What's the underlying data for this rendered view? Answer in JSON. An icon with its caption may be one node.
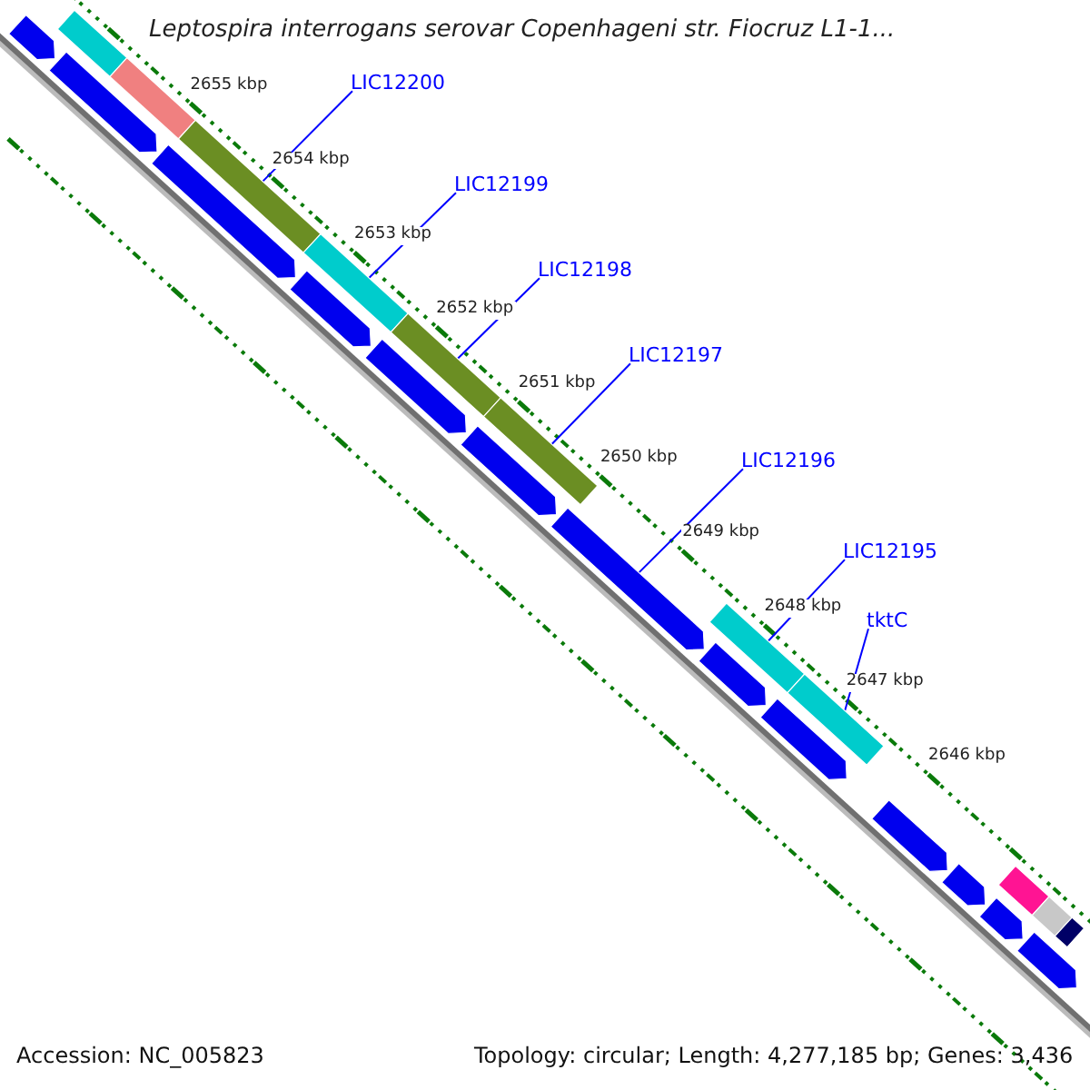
{
  "diagram": {
    "title": "Leptospira interrogans serovar Copenhageni str. Fiocruz L1-1...",
    "nodes": [
      {
        "text": [
          "LIC12200"
        ]
      },
      {
        "text": [
          "LIC12199"
        ]
      },
      {
        "text": [
          "LIC12198"
        ]
      },
      {
        "text": [
          "LIC12197"
        ]
      },
      {
        "text": [
          "LIC12196"
        ]
      },
      {
        "text": [
          "LIC12195"
        ]
      },
      {
        "text": [
          "tktC"
        ]
      },
      {
        "text": [],
        "shape": "bar"
      },
      {
        "text": [],
        "shape": "bar"
      },
      {
        "text": [],
        "shape": "bar"
      },
      {
        "text": [],
        "shape": "bar"
      },
      {
        "text": [],
        "shape": "bar"
      },
      {
        "text": [],
        "shape": "bar"
      },
      {
        "text": [],
        "shape": "bar"
      },
      {
        "text": [],
        "shape": "bar"
      },
      {
        "text": [],
        "shape": "bar"
      },
      {
        "text": [],
        "shape": "bar"
      },
      {
        "text": [],
        "shape": "bar"
      },
      {
        "text": [],
        "shape": "bar"
      },
      {
        "text": [],
        "shape": "bar"
      },
      {
        "text": [],
        "shape": "bar"
      },
      {
        "text": [],
        "shape": "bar"
      },
      {
        "text": [],
        "shape": "bar"
      },
      {
        "text": [],
        "shape": "bar"
      },
      {
        "text": [],
        "shape": "bar"
      },
      {
        "text": [],
        "shape": "bar"
      },
      {
        "text": [],
        "shape": "bar"
      },
      {
        "text": [],
        "shape": "bar"
      },
      {
        "text": [],
        "shape": "bar"
      },
      {
        "text": [],
        "shape": "bar"
      },
      {
        "text": [],
        "shape": "bar"
      }
    ],
    "edges": [
      {
        "from": 0,
        "to": 9,
        "arrow": "none"
      },
      {
        "from": 1,
        "to": 10,
        "arrow": "none"
      },
      {
        "from": 2,
        "to": 11,
        "arrow": "none"
      },
      {
        "from": 3,
        "to": 12,
        "arrow": "none"
      },
      {
        "from": 4,
        "to": 24,
        "arrow": "none"
      },
      {
        "from": 5,
        "to": 13,
        "arrow": "none"
      },
      {
        "from": 6,
        "to": 14,
        "arrow": "none"
      }
    ],
    "labels": [
      "2655 kbp",
      "2654 kbp",
      "2653 kbp",
      "2652 kbp",
      "2651 kbp",
      "2650 kbp",
      "2649 kbp",
      "2648 kbp",
      "2647 kbp",
      "2646 kbp",
      "Accession: NC_005823",
      "Topology: circular; Length: 4,277,185 bp; Genes: 3,436"
    ]
  }
}
